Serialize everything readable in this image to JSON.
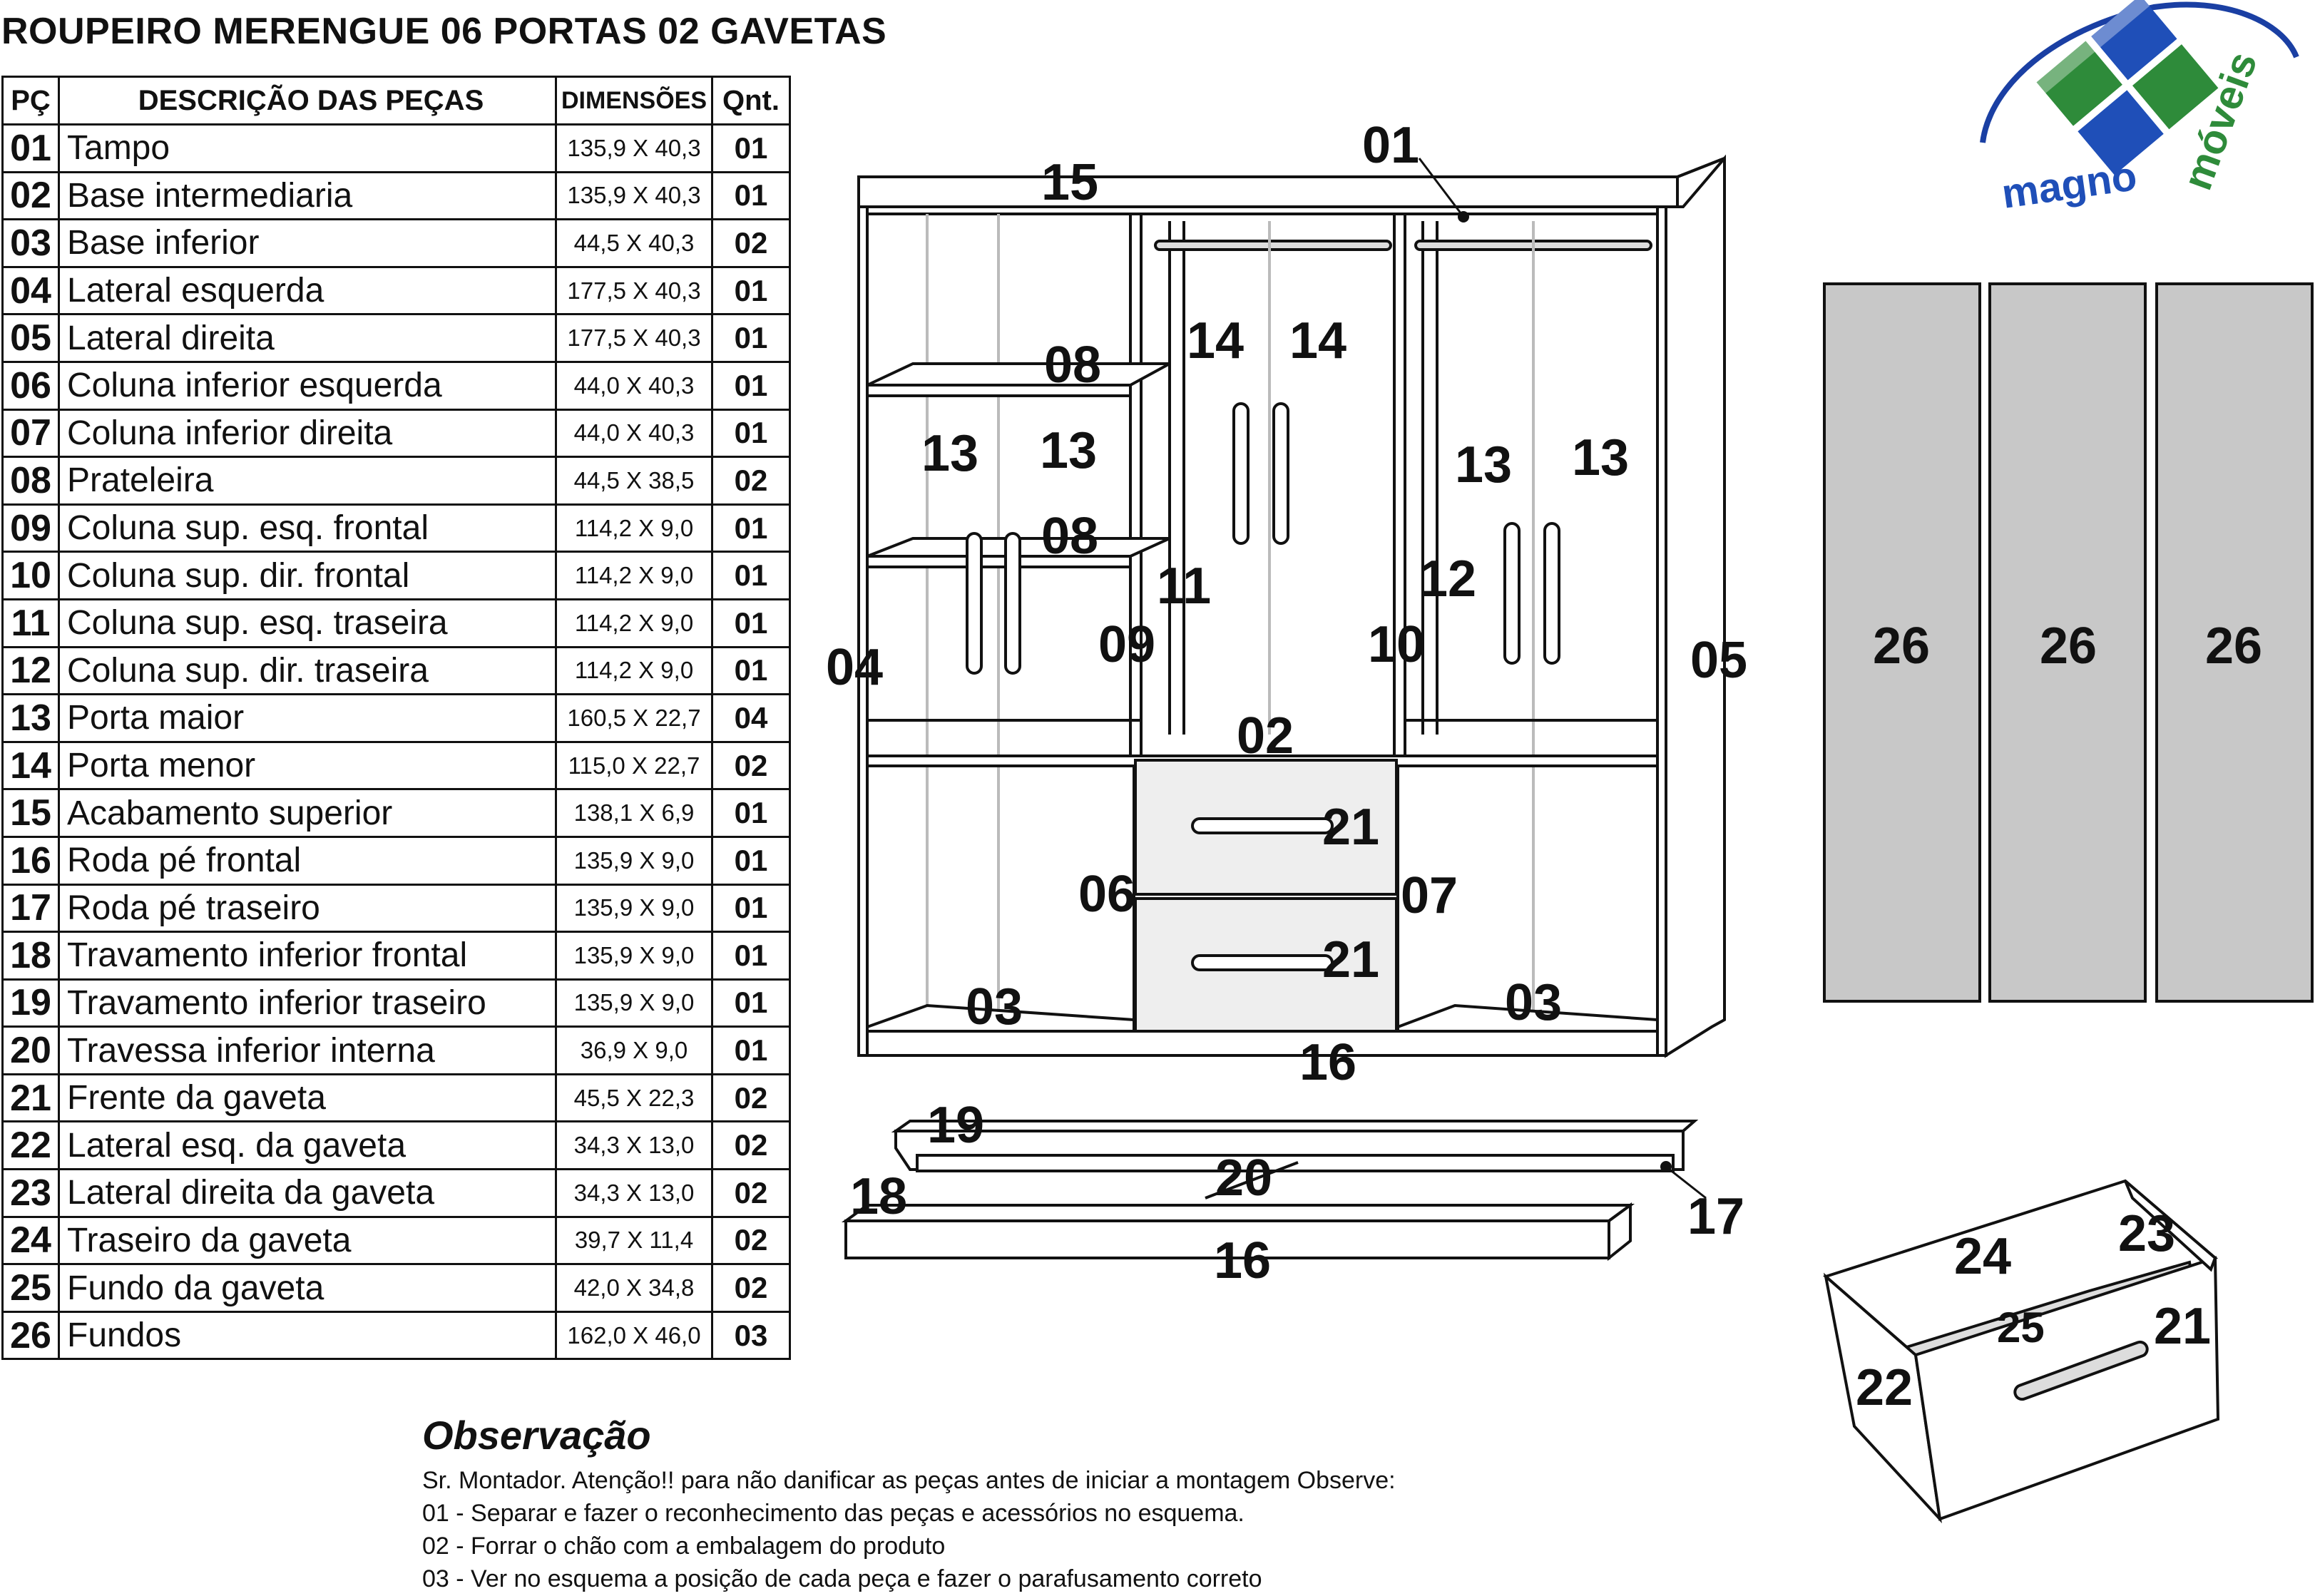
{
  "title": "ROUPEIRO MERENGUE 06 PORTAS 02 GAVETAS",
  "table": {
    "headers": [
      "PÇ",
      "DESCRIÇÃO DAS PEÇAS",
      "DIMENSÕES",
      "Qnt."
    ],
    "rows": [
      [
        "01",
        "Tampo",
        "135,9 X 40,3",
        "01"
      ],
      [
        "02",
        "Base intermediaria",
        "135,9 X 40,3",
        "01"
      ],
      [
        "03",
        "Base inferior",
        "44,5 X 40,3",
        "02"
      ],
      [
        "04",
        "Lateral esquerda",
        "177,5 X 40,3",
        "01"
      ],
      [
        "05",
        "Lateral direita",
        "177,5 X 40,3",
        "01"
      ],
      [
        "06",
        "Coluna inferior esquerda",
        "44,0 X 40,3",
        "01"
      ],
      [
        "07",
        "Coluna inferior direita",
        "44,0 X 40,3",
        "01"
      ],
      [
        "08",
        "Prateleira",
        "44,5 X 38,5",
        "02"
      ],
      [
        "09",
        "Coluna sup. esq. frontal",
        "114,2 X 9,0",
        "01"
      ],
      [
        "10",
        "Coluna sup. dir. frontal",
        "114,2 X 9,0",
        "01"
      ],
      [
        "11",
        "Coluna sup. esq. traseira",
        "114,2 X 9,0",
        "01"
      ],
      [
        "12",
        "Coluna sup. dir.  traseira",
        "114,2 X 9,0",
        "01"
      ],
      [
        "13",
        "Porta maior",
        "160,5 X 22,7",
        "04"
      ],
      [
        "14",
        "Porta menor",
        "115,0 X 22,7",
        "02"
      ],
      [
        "15",
        "Acabamento superior",
        "138,1 X 6,9",
        "01"
      ],
      [
        "16",
        "Roda pé frontal",
        "135,9 X 9,0",
        "01"
      ],
      [
        "17",
        "Roda pé traseiro",
        "135,9 X 9,0",
        "01"
      ],
      [
        "18",
        "Travamento inferior frontal",
        "135,9 X 9,0",
        "01"
      ],
      [
        "19",
        "Travamento inferior traseiro",
        "135,9 X 9,0",
        "01"
      ],
      [
        "20",
        "Travessa inferior interna",
        "36,9 X 9,0",
        "01"
      ],
      [
        "21",
        "Frente da gaveta",
        "45,5 X 22,3",
        "02"
      ],
      [
        "22",
        "Lateral esq. da gaveta",
        "34,3 X 13,0",
        "02"
      ],
      [
        "23",
        "Lateral direita da gaveta",
        "34,3 X 13,0",
        "02"
      ],
      [
        "24",
        "Traseiro da gaveta",
        "39,7 X 11,4",
        "02"
      ],
      [
        "25",
        "Fundo da gaveta",
        "42,0 X 34,8",
        "02"
      ],
      [
        "26",
        "Fundos",
        "162,0 X 46,0",
        "03"
      ]
    ]
  },
  "observation": {
    "title": "Observação",
    "intro": "Sr. Montador. Atenção!! para não danificar as peças antes de iniciar a montagem Observe:",
    "items": [
      "01 - Separar e fazer o reconhecimento das peças e acessórios no esquema.",
      "02 - Forrar o chão com a embalagem do produto",
      "03 - Ver no esquema a posição de cada peça e fazer o parafusamento correto"
    ]
  },
  "logo": {
    "word1": "magno",
    "word2": "móveis",
    "colors": {
      "blue": "#1f4fb8",
      "green": "#2e8b3a",
      "ring": "#1a3fa3"
    }
  },
  "diagram_labels": {
    "tampo": "01",
    "acabamento": "15",
    "shelf_top": "08",
    "shelf_mid": "08",
    "door_small_l": "14",
    "door_small_r": "14",
    "door_l1": "13",
    "door_l2": "13",
    "door_r1": "13",
    "door_r2": "13",
    "col_11": "11",
    "col_12": "12",
    "col_09": "09",
    "col_10": "10",
    "lat_esq": "04",
    "lat_dir": "05",
    "base_int": "02",
    "drawer_top": "21",
    "drawer_bot": "21",
    "col_06": "06",
    "col_07": "07",
    "base_l": "03",
    "base_r": "03",
    "roda_pe": "16",
    "trav_19": "19",
    "trav_20": "20",
    "trav_18": "18",
    "trav_16": "16",
    "trav_17": "17",
    "fundos_1": "26",
    "fundos_2": "26",
    "fundos_3": "26",
    "gaveta_24": "24",
    "gaveta_23": "23",
    "gaveta_25": "25",
    "gaveta_21": "21",
    "gaveta_22": "22"
  }
}
